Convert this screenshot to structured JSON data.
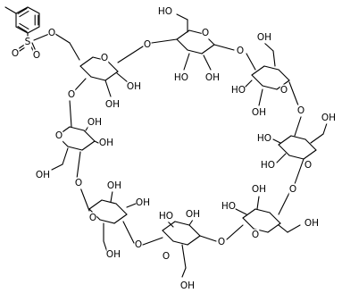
{
  "diagram": {
    "labels": {
      "S": "S",
      "O": "O",
      "OH": "OH",
      "HO": "HO"
    }
  }
}
